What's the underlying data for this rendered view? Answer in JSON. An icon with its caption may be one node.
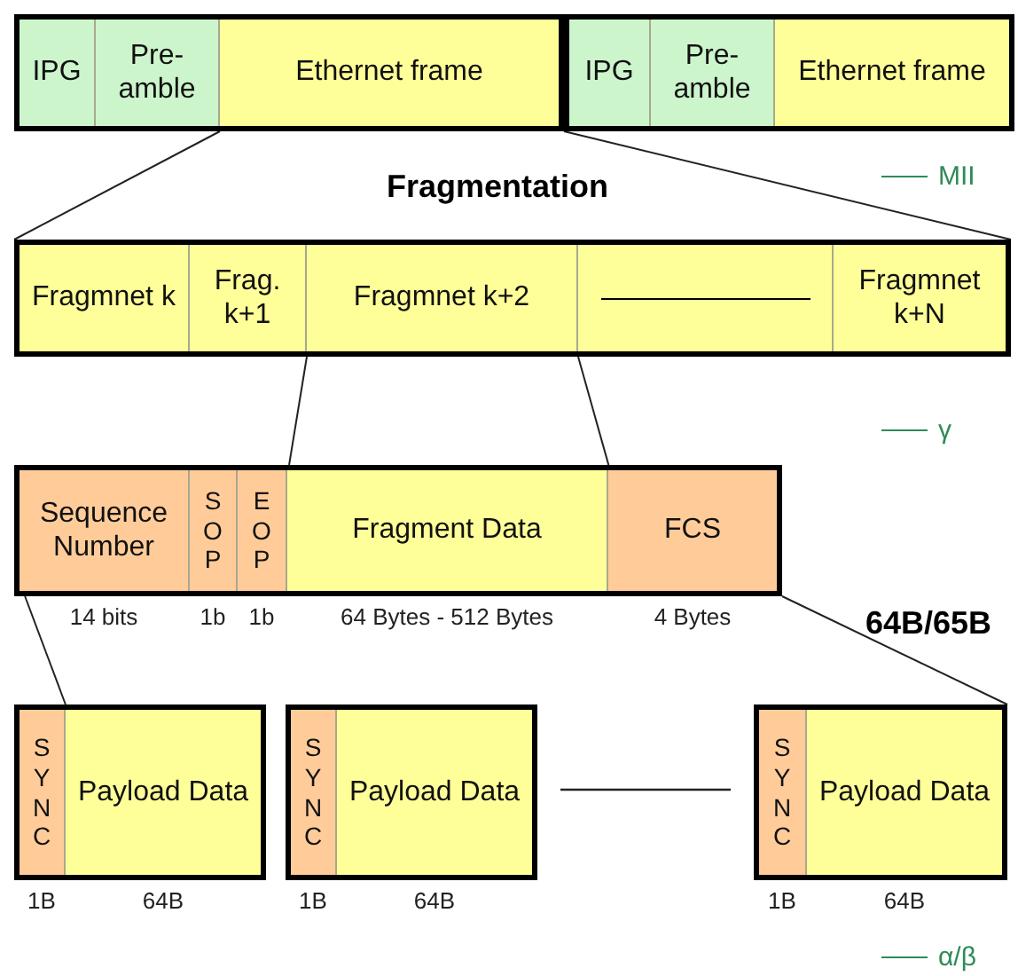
{
  "diagram": {
    "nodes": [
      {
        "text": [],
        "shape": "box"
      },
      {
        "text": [
          "IPG"
        ],
        "in": 0
      },
      {
        "text": [
          "Pre- amble"
        ],
        "in": 0
      },
      {
        "text": [
          "Ethernet frame"
        ],
        "in": 0
      },
      {
        "text": [],
        "shape": "box"
      },
      {
        "text": [
          "IPG"
        ],
        "in": 4
      },
      {
        "text": [
          "Pre- amble"
        ],
        "in": 4
      },
      {
        "text": [
          "Ethernet frame"
        ],
        "in": 4
      },
      {
        "text": [],
        "shape": "box"
      },
      {
        "text": [
          "Fragmnet k"
        ],
        "in": 8
      },
      {
        "text": [
          "Frag. k+1"
        ],
        "in": 8
      },
      {
        "text": [
          "Fragmnet k+2"
        ],
        "in": 8
      },
      {
        "text": [],
        "shape": "box",
        "in": 8
      },
      {
        "text": [
          "Fragmnet k+N"
        ],
        "in": 8
      },
      {
        "text": [],
        "shape": "box"
      },
      {
        "text": [
          "Sequence Number"
        ],
        "in": 14,
        "beside": [
          "14 bits"
        ]
      },
      {
        "text": [
          "SOP"
        ],
        "in": 14,
        "beside": [
          "1b"
        ]
      },
      {
        "text": [
          "EOP"
        ],
        "in": 14,
        "beside": [
          "1b"
        ]
      },
      {
        "text": [
          "Fragment Data"
        ],
        "in": 14,
        "beside": [
          "64 Bytes - 512 Bytes"
        ]
      },
      {
        "text": [
          "FCS"
        ],
        "in": 14,
        "beside": [
          "4 Bytes"
        ]
      },
      {
        "text": [],
        "shape": "box"
      },
      {
        "text": [
          "SYNC"
        ],
        "in": 20,
        "beside": [
          "1B"
        ]
      },
      {
        "text": [
          "Payload Data"
        ],
        "in": 20,
        "beside": [
          "64B"
        ]
      },
      {
        "text": [],
        "shape": "box"
      },
      {
        "text": [
          "SYNC"
        ],
        "in": 23,
        "beside": [
          "1B"
        ]
      },
      {
        "text": [
          "Payload Data"
        ],
        "in": 23,
        "beside": [
          "64B"
        ]
      },
      {
        "text": [],
        "shape": "box"
      },
      {
        "text": [
          "SYNC"
        ],
        "in": 26,
        "beside": [
          "1B"
        ]
      },
      {
        "text": [
          "Payload Data"
        ],
        "in": 26,
        "beside": [
          "64B"
        ]
      }
    ],
    "edges": [
      {
        "from": 3,
        "to": 8,
        "arrow": "none"
      },
      {
        "from": 3,
        "to": 8,
        "arrow": "none"
      },
      {
        "from": 11,
        "to": 14,
        "arrow": "none"
      },
      {
        "from": 11,
        "to": 14,
        "arrow": "none"
      },
      {
        "from": 14,
        "to": 20,
        "arrow": "none"
      },
      {
        "from": 14,
        "to": 26,
        "arrow": "none"
      }
    ],
    "labels": [
      "Fragmentation",
      "64B/65B"
    ],
    "legend": [
      {
        "text": "MII"
      },
      {
        "text": "γ"
      },
      {
        "text": "α/β"
      }
    ]
  }
}
